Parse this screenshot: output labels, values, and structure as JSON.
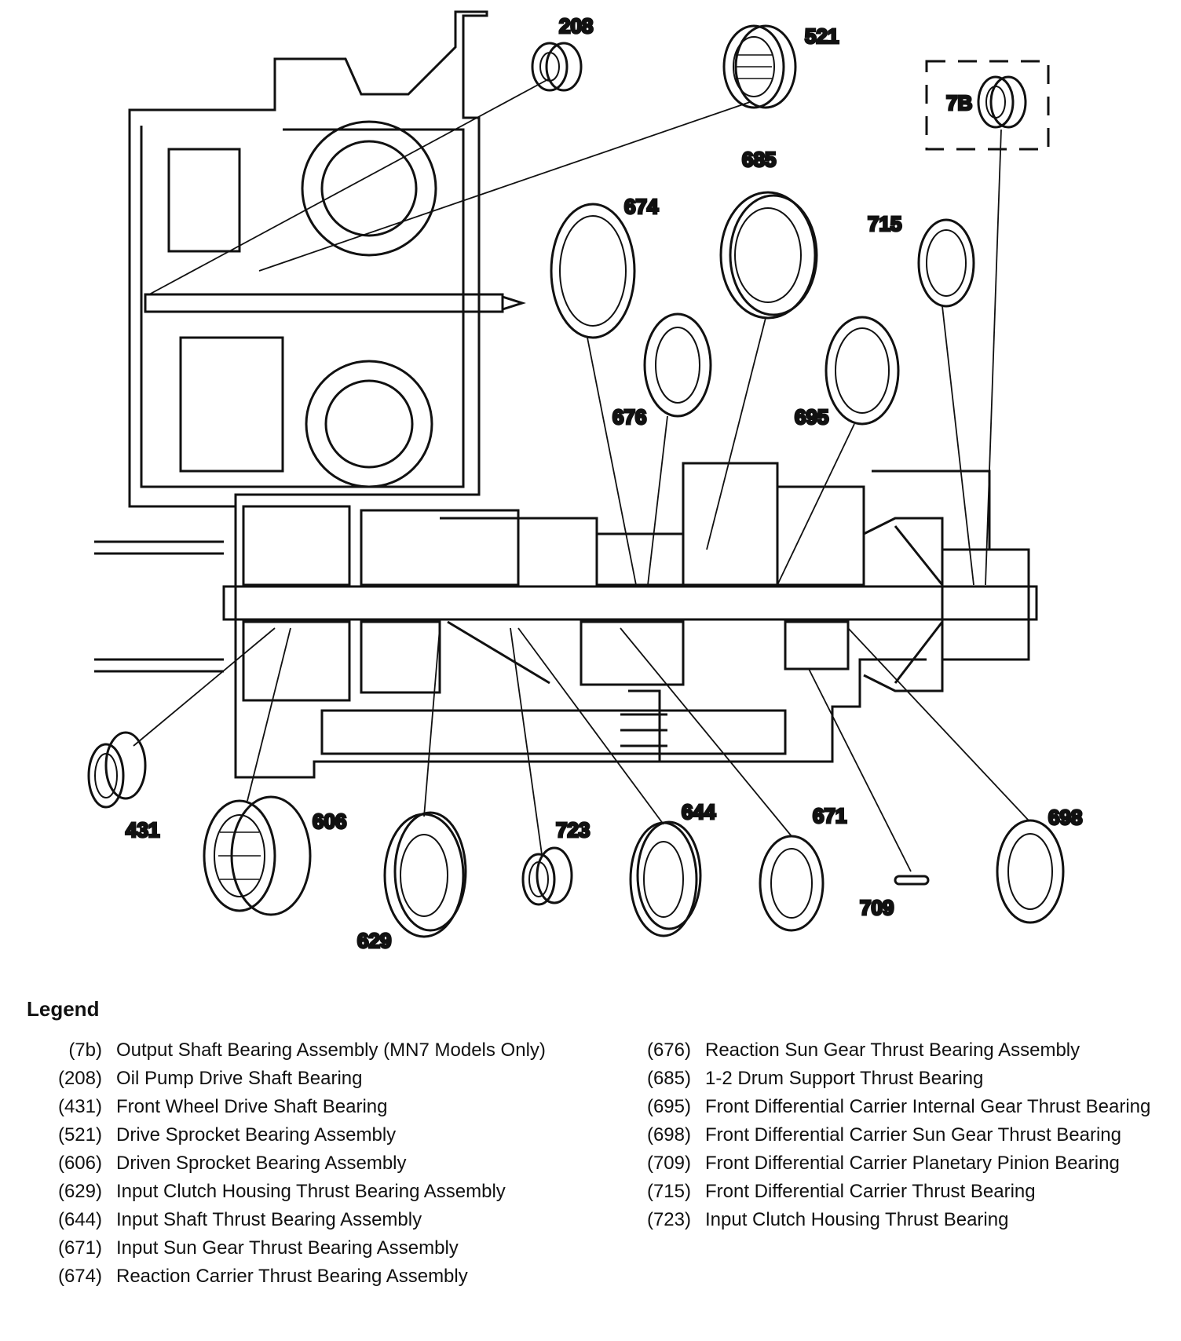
{
  "callouts": [
    {
      "id": "208",
      "label": "208"
    },
    {
      "id": "521",
      "label": "521"
    },
    {
      "id": "7B",
      "label": "7B"
    },
    {
      "id": "685",
      "label": "685"
    },
    {
      "id": "674",
      "label": "674"
    },
    {
      "id": "715",
      "label": "715"
    },
    {
      "id": "676",
      "label": "676"
    },
    {
      "id": "695",
      "label": "695"
    },
    {
      "id": "431",
      "label": "431"
    },
    {
      "id": "606",
      "label": "606"
    },
    {
      "id": "629",
      "label": "629"
    },
    {
      "id": "723",
      "label": "723"
    },
    {
      "id": "644",
      "label": "644"
    },
    {
      "id": "671",
      "label": "671"
    },
    {
      "id": "709",
      "label": "709"
    },
    {
      "id": "698",
      "label": "698"
    }
  ],
  "legend": {
    "title": "Legend",
    "left": [
      {
        "code": "(7b)",
        "desc": "Output Shaft Bearing Assembly (MN7 Models Only)"
      },
      {
        "code": "(208)",
        "desc": "Oil Pump Drive Shaft Bearing"
      },
      {
        "code": "(431)",
        "desc": "Front Wheel Drive Shaft Bearing"
      },
      {
        "code": "(521)",
        "desc": "Drive Sprocket Bearing Assembly"
      },
      {
        "code": "(606)",
        "desc": "Driven Sprocket Bearing Assembly"
      },
      {
        "code": "(629)",
        "desc": "Input Clutch Housing Thrust Bearing Assembly"
      },
      {
        "code": "(644)",
        "desc": "Input Shaft Thrust Bearing Assembly"
      },
      {
        "code": "(671)",
        "desc": "Input Sun Gear Thrust Bearing Assembly"
      },
      {
        "code": "(674)",
        "desc": "Reaction Carrier Thrust Bearing Assembly"
      }
    ],
    "right": [
      {
        "code": "(676)",
        "desc": "Reaction Sun Gear Thrust Bearing Assembly"
      },
      {
        "code": "(685)",
        "desc": "1-2 Drum Support Thrust Bearing"
      },
      {
        "code": "(695)",
        "desc": "Front Differential Carrier Internal Gear Thrust Bearing"
      },
      {
        "code": "(698)",
        "desc": "Front Differential Carrier Sun Gear Thrust Bearing"
      },
      {
        "code": "(709)",
        "desc": "Front Differential Carrier Planetary Pinion Bearing"
      },
      {
        "code": "(715)",
        "desc": "Front Differential Carrier Thrust Bearing"
      },
      {
        "code": "(723)",
        "desc": "Input Clutch Housing Thrust Bearing"
      }
    ]
  }
}
